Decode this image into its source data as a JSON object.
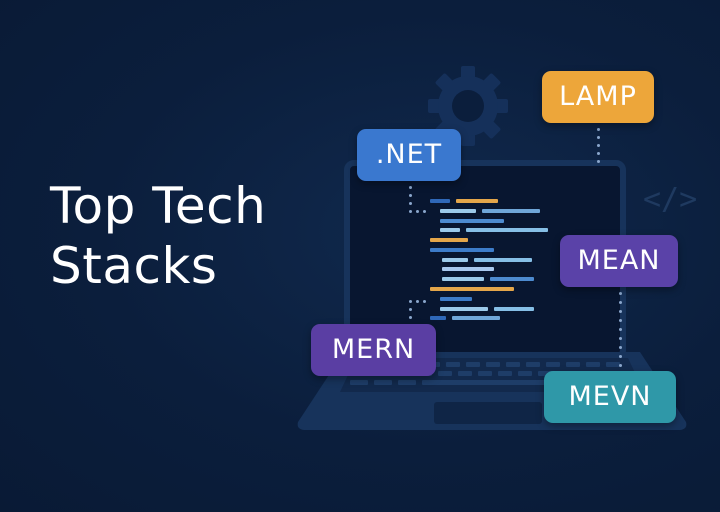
{
  "title": {
    "line1": "Top Tech",
    "line2": "Stacks"
  },
  "badges": [
    {
      "id": "net",
      "label": ".NET",
      "color": "#3a78cf"
    },
    {
      "id": "lamp",
      "label": "LAMP",
      "color": "#eda63a"
    },
    {
      "id": "mean",
      "label": "MEAN",
      "color": "#5a42a8"
    },
    {
      "id": "mern",
      "label": "MERN",
      "color": "#5a3ea3"
    },
    {
      "id": "mevn",
      "label": "MEVN",
      "color": "#2f98a8"
    }
  ],
  "decor": {
    "code_symbol": "</>",
    "gear_icon": "gear-icon",
    "laptop_icon": "laptop-icon"
  },
  "colors": {
    "background": "#0b1e3c",
    "laptop": "#17335b",
    "screen": "#081630",
    "code_orange": "#e4a64a",
    "code_blue": "#3d7cc9",
    "code_light": "#8ec4e8"
  }
}
